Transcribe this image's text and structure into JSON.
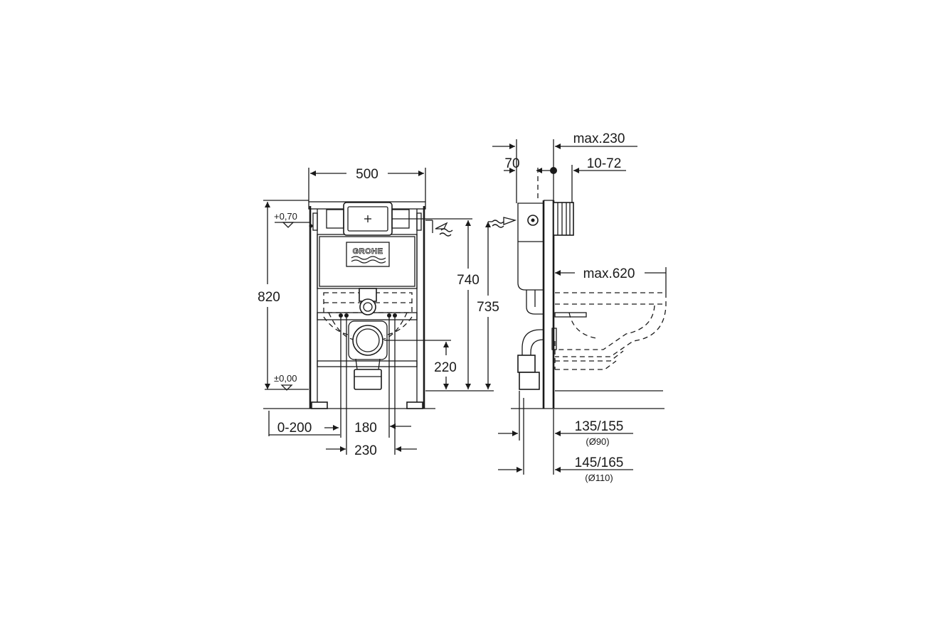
{
  "front_view": {
    "brand": "GROHE",
    "dims": {
      "width": "500",
      "height_total": "820",
      "flush_height": "740",
      "cistern_height": "735",
      "outlet_height": "220",
      "foot_adjust": "0-200",
      "bolt_spacing_inner": "180",
      "bolt_spacing_outer": "230"
    },
    "levels": {
      "top": "+0,70",
      "floor": "±0,00"
    }
  },
  "side_view": {
    "dims": {
      "max_depth": "max.230",
      "frame_offset": "70",
      "wall_range": "10-72",
      "bowl_projection": "max.620",
      "pipe_90": "135/155",
      "pipe_90_note": "(Ø90)",
      "pipe_110": "145/165",
      "pipe_110_note": "(Ø110)"
    }
  }
}
